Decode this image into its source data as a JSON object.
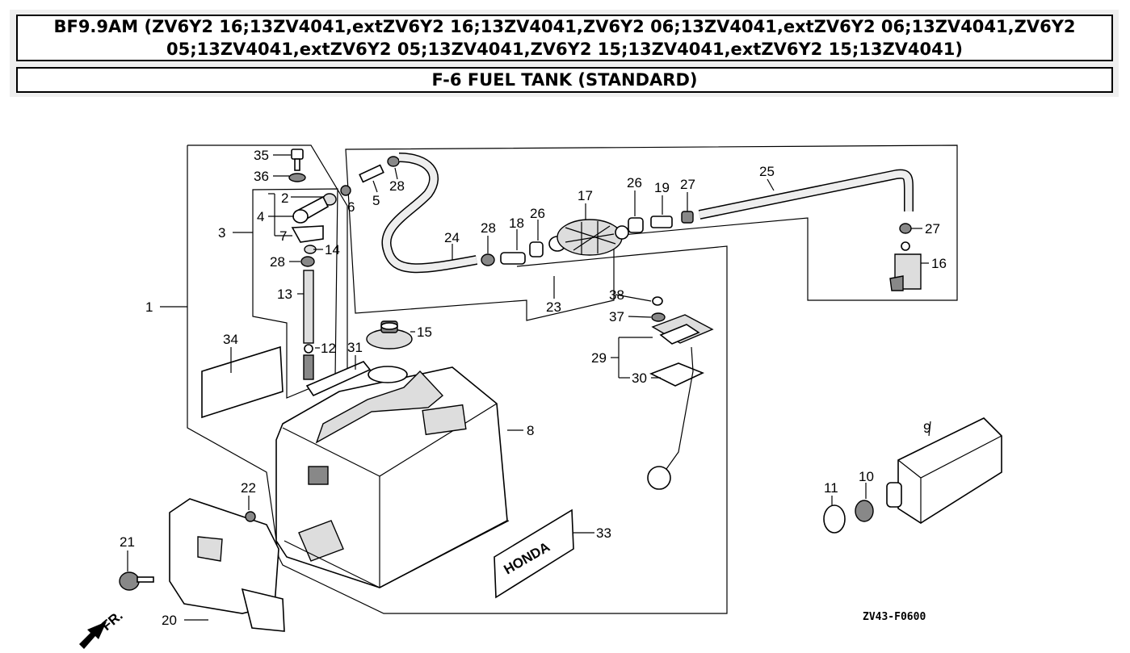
{
  "header": {
    "title": "BF9.9AM (ZV6Y2 16;13ZV4041,extZV6Y2 16;13ZV4041,ZV6Y2 06;13ZV4041,extZV6Y2 06;13ZV4041,ZV6Y2 05;13ZV4041,extZV6Y2 05;13ZV4041,ZV6Y2 15;13ZV4041,extZV6Y2 15;13ZV4041)",
    "subtitle": "F-6 FUEL TANK (STANDARD)"
  },
  "diagram": {
    "code": "ZV43-F0600",
    "front_marker": "FR.",
    "callouts": [
      "1",
      "2",
      "3",
      "4",
      "5",
      "6",
      "7",
      "8",
      "9",
      "10",
      "11",
      "12",
      "13",
      "14",
      "15",
      "16",
      "17",
      "18",
      "19",
      "20",
      "21",
      "22",
      "23",
      "24",
      "25",
      "26",
      "26",
      "27",
      "27",
      "28",
      "28",
      "28",
      "29",
      "30",
      "31",
      "33",
      "34",
      "35",
      "36",
      "37",
      "38"
    ]
  }
}
